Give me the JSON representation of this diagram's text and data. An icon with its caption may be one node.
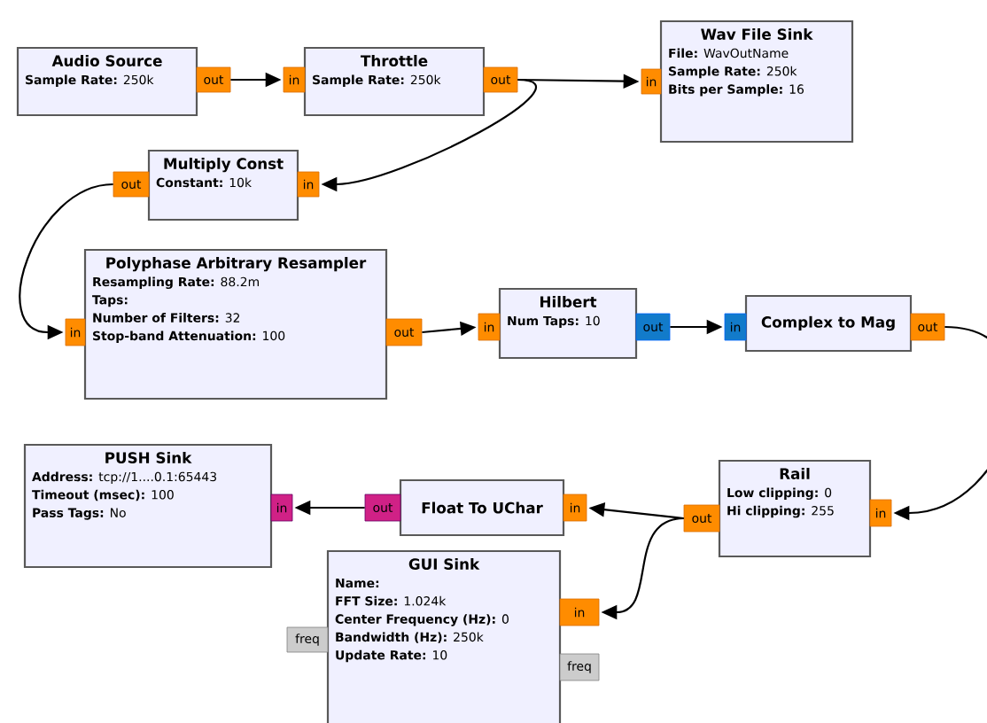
{
  "diagram": {
    "nodes": [
      {
        "text": [
          "Audio Source",
          "**Sample Rate:** 250k"
        ]
      },
      {
        "text": [
          "Throttle",
          "**Sample Rate:** 250k"
        ]
      },
      {
        "text": [
          "Wav File Sink",
          "**File:** WavOutName",
          "**Sample Rate:** 250k",
          "**Bits per Sample:** 16"
        ]
      },
      {
        "text": [
          "Multiply Const",
          "**Constant:** 10k"
        ]
      },
      {
        "text": [
          "Polyphase Arbitrary Resampler",
          "**Resampling Rate:** 88.2m",
          "**Taps:**",
          "**Number of Filters:** 32",
          "**Stop-band Attenuation:** 100"
        ]
      },
      {
        "text": [
          "Hilbert",
          "**Num Taps:** 10"
        ]
      },
      {
        "text": [
          "Complex to Mag"
        ]
      },
      {
        "text": [
          "PUSH Sink",
          "**Address:** tcp://1....0.1:65443",
          "**Timeout (msec):** 100",
          "**Pass Tags:** No"
        ]
      },
      {
        "text": [
          "Float To UChar"
        ]
      },
      {
        "text": [
          "Rail",
          "**Low clipping:** 0",
          "**Hi clipping:** 255"
        ]
      },
      {
        "text": [
          "GUI Sink",
          "**Name:**",
          "**FFT Size:** 1.024k",
          "**Center Frequency (Hz):** 0",
          "**Bandwidth (Hz):** 250k",
          "**Update Rate:** 10"
        ]
      },
      {
        "text": [
          "out"
        ]
      },
      {
        "text": [
          "in"
        ]
      },
      {
        "text": [
          "out"
        ]
      },
      {
        "text": [
          "in"
        ]
      },
      {
        "text": [
          "out"
        ]
      },
      {
        "text": [
          "in"
        ]
      },
      {
        "text": [
          "in"
        ]
      },
      {
        "text": [
          "out"
        ]
      },
      {
        "text": [
          "in"
        ]
      },
      {
        "text": [
          "out"
        ]
      },
      {
        "text": [
          "in"
        ]
      },
      {
        "text": [
          "out"
        ]
      },
      {
        "text": [
          "in"
        ]
      },
      {
        "text": [
          "out"
        ]
      },
      {
        "text": [
          "in"
        ]
      },
      {
        "text": [
          "out"
        ]
      },
      {
        "text": [
          "in"
        ]
      },
      {
        "text": [
          "in"
        ]
      },
      {
        "text": [
          "freq"
        ]
      },
      {
        "text": [
          "freq"
        ]
      }
    ],
    "edges": [
      {
        "from": 11,
        "to": 12,
        "arrow": "to"
      },
      {
        "from": 13,
        "to": 14,
        "arrow": "to"
      },
      {
        "from": 13,
        "to": 16,
        "arrow": "to"
      },
      {
        "from": 15,
        "to": 17,
        "arrow": "to"
      },
      {
        "from": 18,
        "to": 19,
        "arrow": "to"
      },
      {
        "from": 20,
        "to": 21,
        "arrow": "to"
      },
      {
        "from": 22,
        "to": 27,
        "arrow": "to"
      },
      {
        "from": 26,
        "to": 25,
        "arrow": "to"
      },
      {
        "from": 26,
        "to": 28,
        "arrow": "to"
      },
      {
        "from": 24,
        "to": 23,
        "arrow": "to"
      }
    ]
  }
}
